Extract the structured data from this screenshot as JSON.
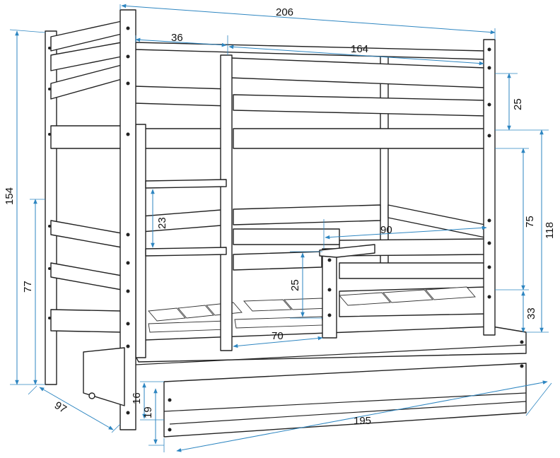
{
  "drawing": {
    "subject": "bunk-bed-with-drawer",
    "dimensions": [
      {
        "key": "total-length",
        "label": "206"
      },
      {
        "key": "ladder-width",
        "label": "36"
      },
      {
        "key": "upper-rail-length",
        "label": "164"
      },
      {
        "key": "upper-guard-height",
        "label": "25"
      },
      {
        "key": "total-height",
        "label": "154"
      },
      {
        "key": "lower-height",
        "label": "118"
      },
      {
        "key": "lower-bed-height",
        "label": "77"
      },
      {
        "key": "lower-clearance",
        "label": "75"
      },
      {
        "key": "ladder-step",
        "label": "23"
      },
      {
        "key": "lower-rail-length",
        "label": "90"
      },
      {
        "key": "lower-guard-height",
        "label": "25"
      },
      {
        "key": "ladder-gap",
        "label": "70"
      },
      {
        "key": "mattress-base-height",
        "label": "33"
      },
      {
        "key": "drawer-front-height",
        "label": "16"
      },
      {
        "key": "drawer-height",
        "label": "19"
      },
      {
        "key": "depth",
        "label": "97"
      },
      {
        "key": "drawer-length",
        "label": "195"
      }
    ]
  }
}
